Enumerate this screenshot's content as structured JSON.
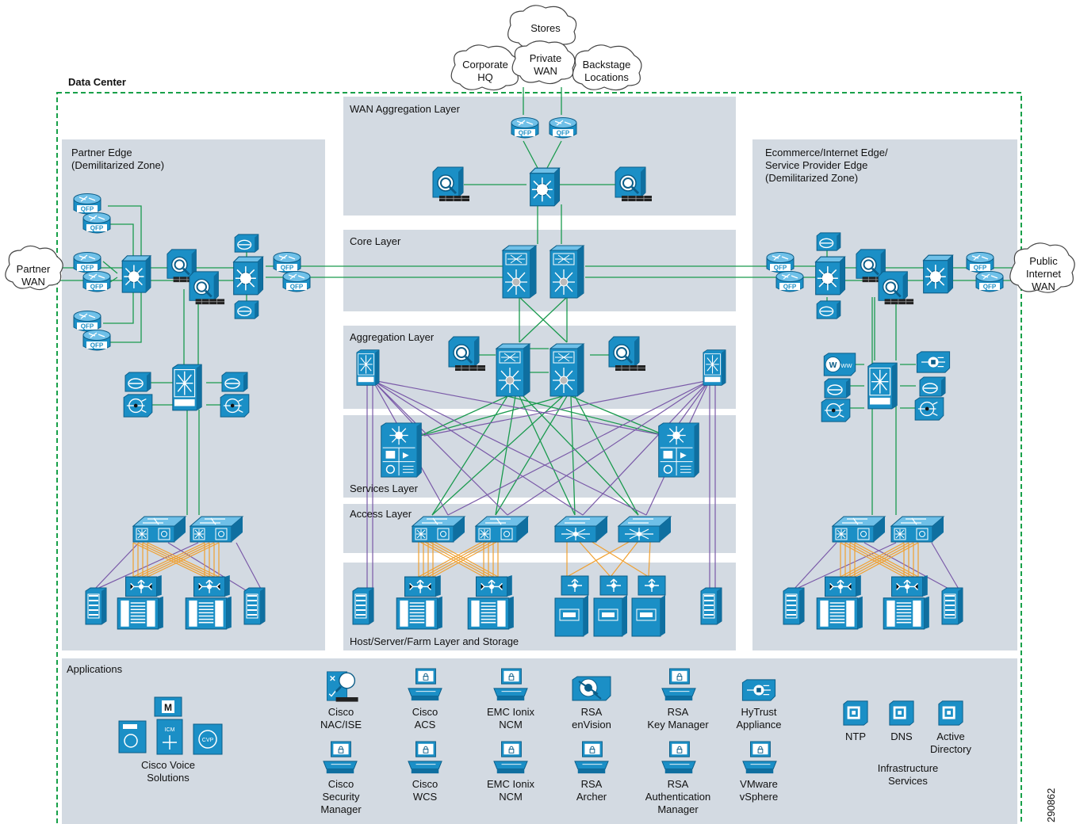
{
  "title": "Data Center",
  "colors": {
    "zone": "#d3dae2",
    "device": "#1b8fc6",
    "green_link": "#1a9a4e",
    "purple_link": "#7a5aa8",
    "orange_link": "#f0a030",
    "dmz_border": "#18a049"
  },
  "clouds": {
    "stores": [
      "Stores"
    ],
    "corporate_hq": [
      "Corporate",
      "HQ"
    ],
    "private_wan": [
      "Private",
      "WAN"
    ],
    "backstage": [
      "Backstage",
      "Locations"
    ],
    "partner_wan": [
      "Partner",
      "WAN"
    ],
    "public_wan": [
      "Public",
      "Internet",
      "WAN"
    ]
  },
  "layers": {
    "wan_aggregation": "WAN Aggregation Layer",
    "core": "Core Layer",
    "aggregation": "Aggregation Layer",
    "services": "Services Layer",
    "access": "Access Layer",
    "host": "Host/Server/Farm Layer and Storage"
  },
  "partner_edge": [
    "Partner Edge",
    "(Demilitarized Zone)"
  ],
  "ecommerce_edge": [
    "Ecommerce/Internet Edge/",
    "Service Provider Edge",
    "(Demilitarized Zone)"
  ],
  "qfp": "QFP",
  "applications": {
    "title": "Applications",
    "voice": [
      "Cisco Voice",
      "Solutions"
    ],
    "voice_glyphs": {
      "m": "M",
      "icm": "ICM",
      "cvp": "CVP"
    },
    "row1": [
      [
        "Cisco",
        "NAC/ISE"
      ],
      [
        "Cisco",
        "ACS"
      ],
      [
        "EMC Ionix",
        "NCM"
      ],
      [
        "RSA",
        "enVision"
      ],
      [
        "RSA",
        "Key Manager"
      ],
      [
        "HyTrust",
        "Appliance"
      ]
    ],
    "row2": [
      [
        "Cisco",
        "Security",
        "Manager"
      ],
      [
        "Cisco",
        "WCS"
      ],
      [
        "EMC Ionix",
        "NCM"
      ],
      [
        "RSA",
        "Archer"
      ],
      [
        "RSA",
        "Authentication",
        "Manager"
      ],
      [
        "VMware",
        "vSphere"
      ]
    ],
    "infrastructure": {
      "items": [
        [
          "NTP"
        ],
        [
          "DNS"
        ],
        [
          "Active",
          "Directory"
        ]
      ],
      "title": [
        "Infrastructure",
        "Services"
      ]
    }
  },
  "figure_number": "290862"
}
